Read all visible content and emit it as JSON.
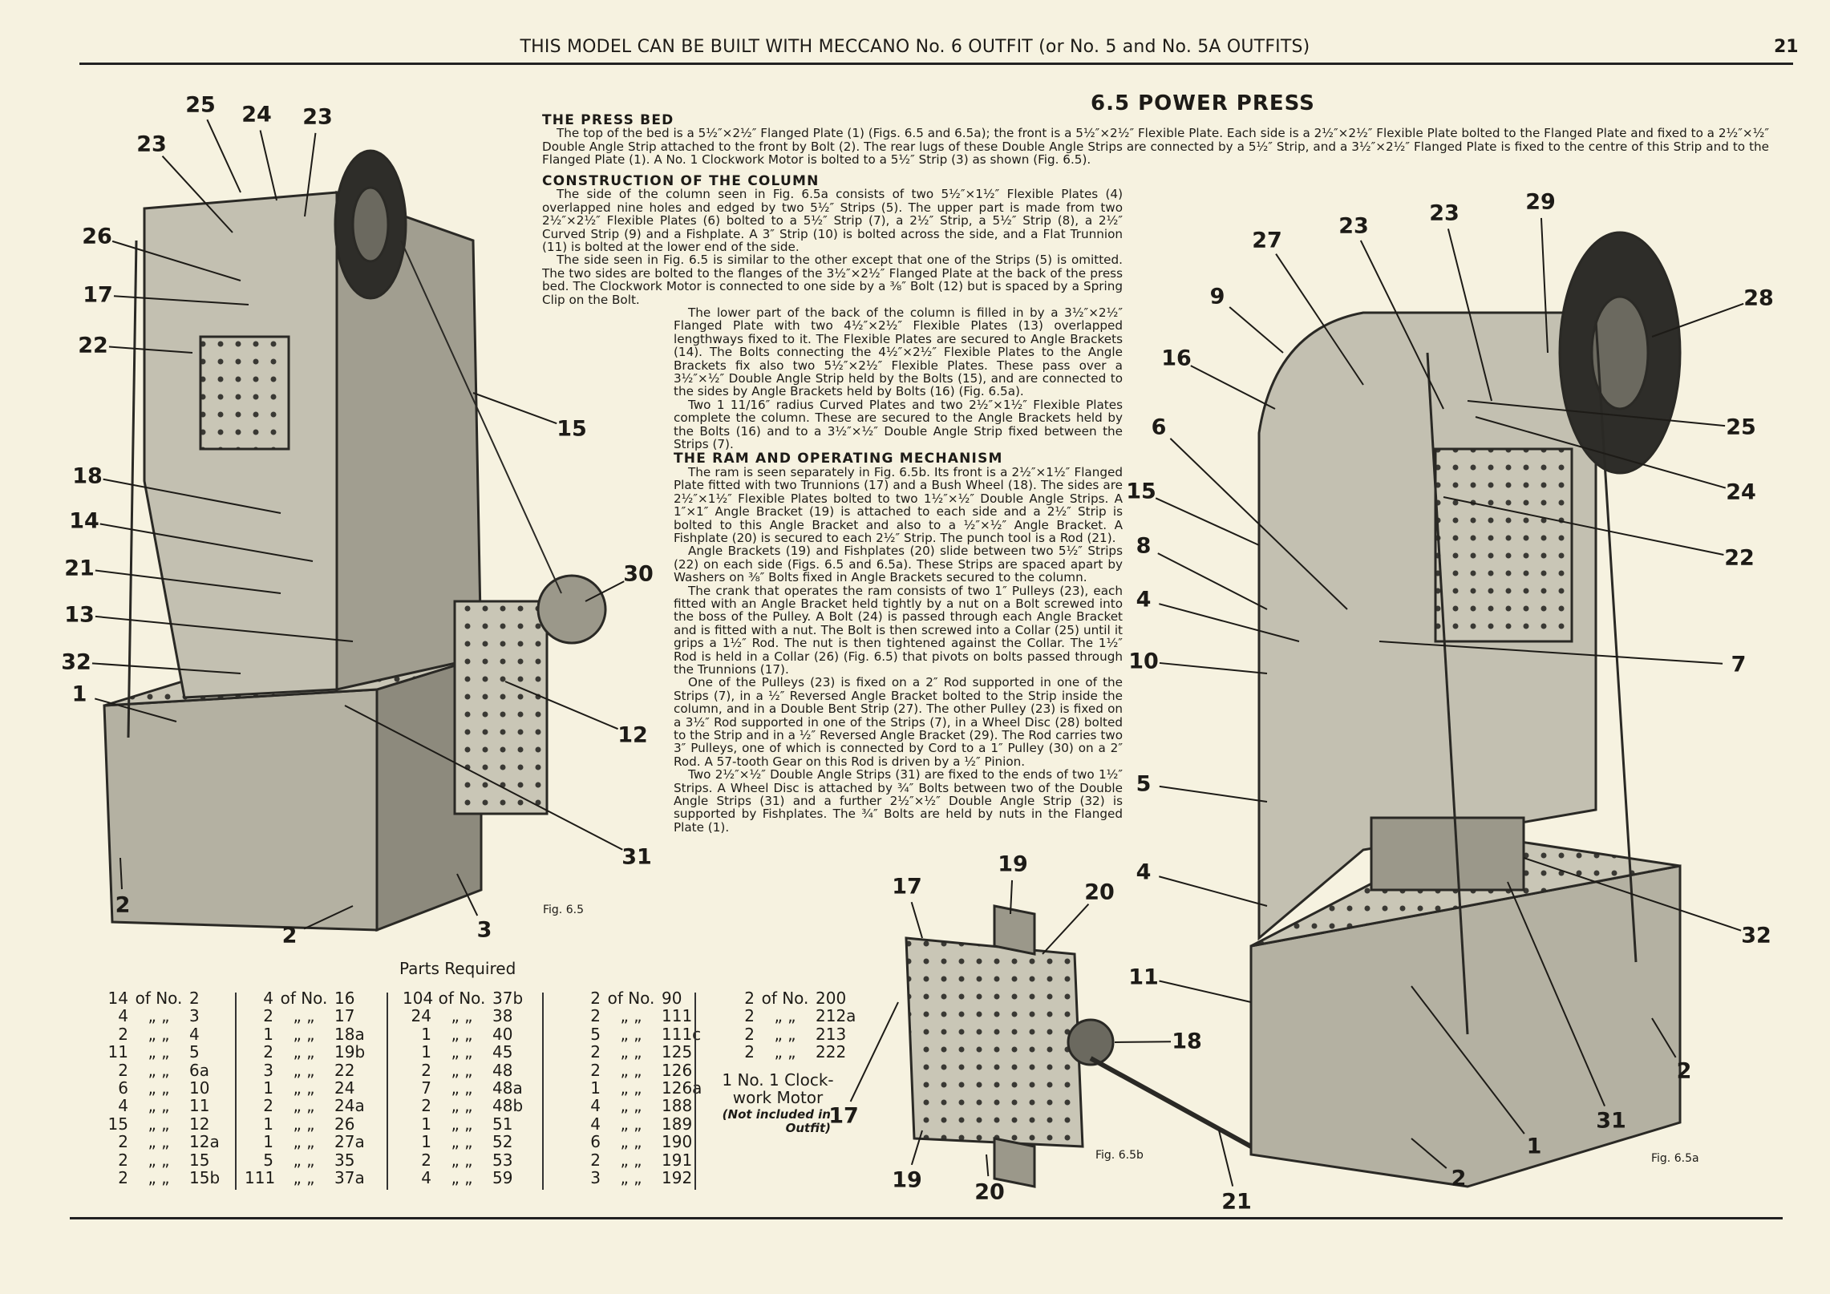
{
  "header": {
    "title": "THIS MODEL CAN BE BUILT WITH MECCANO No. 6 OUTFIT (or No. 5 and No. 5A OUTFITS)",
    "page_number": "21"
  },
  "model_title": "6.5  POWER PRESS",
  "sections": {
    "press_bed": {
      "heading": "THE PRESS BED",
      "paragraphs": [
        "The top of the bed is a 5½″×2½″ Flanged Plate (1) (Figs. 6.5 and 6.5a); the front is a 5½″×2½″ Flexible Plate. Each side is a 2½″×2½″ Flexible Plate bolted to the Flanged Plate and fixed to a 2½″×½″ Double Angle Strip attached to the front by Bolt (2). The rear lugs of these Double Angle Strips are connected by a 5½″ Strip, and a 3½″×2½″ Flanged Plate is fixed to the centre of this Strip and to the Flanged Plate (1). A No. 1 Clockwork Motor is bolted to a 5½″ Strip (3) as shown (Fig. 6.5)."
      ]
    },
    "column": {
      "heading": "CONSTRUCTION OF THE COLUMN",
      "paragraphs": [
        "The side of the column seen in Fig. 6.5a consists of two 5½″×1½″ Flexible Plates (4) overlapped nine holes and edged by two 5½″ Strips (5). The upper part is made from two 2½″×2½″ Flexible Plates (6) bolted to a 5½″ Strip (7), a 2½″ Strip, a 5½″ Strip (8), a 2½″ Curved Strip (9) and a Fishplate. A 3″ Strip (10) is bolted across the side, and a Flat Trunnion (11) is bolted at the lower end of the side.",
        "The side seen in Fig. 6.5 is similar to the other except that one of the Strips (5) is omitted. The two sides are bolted to the flanges of the 3½″×2½″ Flanged Plate at the back of the press bed. The Clockwork Motor is connected to one side by a ⅜″ Bolt (12) but is spaced by a Spring Clip on the Bolt.",
        "The lower part of the back of the column is filled in by a 3½″×2½″ Flanged Plate with two 4½″×2½″ Flexible Plates (13) overlapped lengthways fixed to it. The Flexible Plates are secured to Angle Brackets (14). The Bolts connecting the 4½″×2½″ Flexible Plates to the Angle Brackets fix also two 5½″×2½″ Flexible Plates. These pass over a 3½″×½″ Double Angle Strip held by the Bolts (15), and are connected to the sides by Angle Brackets held by Bolts (16) (Fig. 6.5a).",
        "Two 1 11/16″ radius Curved Plates and two 2½″×1½″ Flexible Plates complete the column. These are secured to the Angle Brackets held by the Bolts (16) and to a 3½″×½″ Double Angle Strip fixed between the Strips (7)."
      ]
    },
    "ram": {
      "heading": "THE RAM AND OPERATING MECHANISM",
      "paragraphs": [
        "The ram is seen separately in Fig. 6.5b. Its front is a 2½″×1½″ Flanged Plate fitted with two Trunnions (17) and a Bush Wheel (18). The sides are 2½″×1½″ Flexible Plates bolted to two 1½″×½″ Double Angle Strips. A 1″×1″ Angle Bracket (19) is attached to each side and a 2½″ Strip is bolted to this Angle Bracket and also to a ½″×½″ Angle Bracket. A Fishplate (20) is secured to each 2½″ Strip. The punch tool is a Rod (21).",
        "Angle Brackets (19) and Fishplates (20) slide between two 5½″ Strips (22) on each side (Figs. 6.5 and 6.5a). These Strips are spaced apart by Washers on ⅜″ Bolts fixed in Angle Brackets secured to the column.",
        "The crank that operates the ram consists of two 1″ Pulleys (23), each fitted with an Angle Bracket held tightly by a nut on a Bolt screwed into the boss of the Pulley. A Bolt (24) is passed through each Angle Bracket and is fitted with a nut. The Bolt is then screwed into a Collar (25) until it grips a 1½″ Rod. The nut is then tightened against the Collar. The 1½″ Rod is held in a Collar (26) (Fig. 6.5) that pivots on bolts passed through the Trunnions (17).",
        "One of the Pulleys (23) is fixed on a 2″ Rod supported in one of the Strips (7), in a ½″ Reversed Angle Bracket bolted to the Strip inside the column, and in a Double Bent Strip (27). The other Pulley (23) is fixed on a 3½″ Rod supported in one of the Strips (7), in a Wheel Disc (28) bolted to the Strip and in a ½″ Reversed Angle Bracket (29). The Rod carries two 3″ Pulleys, one of which is connected by Cord to a 1″ Pulley (30) on a 2″ Rod. A 57-tooth Gear on this Rod is driven by a ½″ Pinion.",
        "Two 2½″×½″ Double Angle Strips (31) are fixed to the ends of two 1½″ Strips. A Wheel Disc is attached by ¾″ Bolts between two of the Double Angle Strips (31) and a further 2½″×½″ Double Angle Strip (32) is supported by Fishplates. The ¾″ Bolts are held by nuts in the Flanged Plate (1)."
      ]
    }
  },
  "figures": {
    "fig65": {
      "label": "Fig. 6.5",
      "callouts": [
        "25",
        "24",
        "23",
        "23",
        "26",
        "17",
        "22",
        "15",
        "18",
        "14",
        "21",
        "30",
        "13",
        "32",
        "1",
        "12",
        "31",
        "2",
        "2",
        "3"
      ]
    },
    "fig65b": {
      "label": "Fig. 6.5b",
      "callouts": [
        "17",
        "19",
        "20",
        "18",
        "17",
        "19",
        "20",
        "21"
      ]
    },
    "fig65a": {
      "label": "Fig. 6.5a",
      "callouts": [
        "29",
        "23",
        "23",
        "27",
        "9",
        "28",
        "16",
        "6",
        "25",
        "24",
        "15",
        "22",
        "8",
        "4",
        "10",
        "7",
        "5",
        "4",
        "32",
        "11",
        "2",
        "31",
        "1",
        "2"
      ]
    }
  },
  "parts_required": {
    "title": "Parts Required",
    "columns": [
      [
        [
          "14",
          "of No.",
          "2"
        ],
        [
          "4",
          "„ „",
          "3"
        ],
        [
          "2",
          "„ „",
          "4"
        ],
        [
          "11",
          "„ „",
          "5"
        ],
        [
          "2",
          "„ „",
          "6a"
        ],
        [
          "6",
          "„ „",
          "10"
        ],
        [
          "4",
          "„ „",
          "11"
        ],
        [
          "15",
          "„ „",
          "12"
        ],
        [
          "2",
          "„ „",
          "12a"
        ],
        [
          "2",
          "„ „",
          "15"
        ],
        [
          "2",
          "„ „",
          "15b"
        ]
      ],
      [
        [
          "4",
          "of No.",
          "16"
        ],
        [
          "2",
          "„ „",
          "17"
        ],
        [
          "1",
          "„ „",
          "18a"
        ],
        [
          "2",
          "„ „",
          "19b"
        ],
        [
          "3",
          "„ „",
          "22"
        ],
        [
          "1",
          "„ „",
          "24"
        ],
        [
          "2",
          "„ „",
          "24a"
        ],
        [
          "1",
          "„ „",
          "26"
        ],
        [
          "1",
          "„ „",
          "27a"
        ],
        [
          "5",
          "„ „",
          "35"
        ],
        [
          "111",
          "„ „",
          "37a"
        ]
      ],
      [
        [
          "104",
          "of No.",
          "37b"
        ],
        [
          "24",
          "„ „",
          "38"
        ],
        [
          "1",
          "„ „",
          "40"
        ],
        [
          "1",
          "„ „",
          "45"
        ],
        [
          "2",
          "„ „",
          "48"
        ],
        [
          "7",
          "„ „",
          "48a"
        ],
        [
          "2",
          "„ „",
          "48b"
        ],
        [
          "1",
          "„ „",
          "51"
        ],
        [
          "1",
          "„ „",
          "52"
        ],
        [
          "2",
          "„ „",
          "53"
        ],
        [
          "4",
          "„ „",
          "59"
        ]
      ],
      [
        [
          "2",
          "of No.",
          "90"
        ],
        [
          "2",
          "„ „",
          "111"
        ],
        [
          "5",
          "„ „",
          "111c"
        ],
        [
          "2",
          "„ „",
          "125"
        ],
        [
          "2",
          "„ „",
          "126"
        ],
        [
          "1",
          "„ „",
          "126a"
        ],
        [
          "4",
          "„ „",
          "188"
        ],
        [
          "4",
          "„ „",
          "189"
        ],
        [
          "6",
          "„ „",
          "190"
        ],
        [
          "2",
          "„ „",
          "191"
        ],
        [
          "3",
          "„ „",
          "192"
        ]
      ],
      [
        [
          "2",
          "of No.",
          "200"
        ],
        [
          "2",
          "„ „",
          "212a"
        ],
        [
          "2",
          "„ „",
          "213"
        ],
        [
          "2",
          "„ „",
          "222"
        ]
      ]
    ],
    "motor": "1 No. 1 Clock-work Motor",
    "motor_note": "(Not included in Outfit)"
  }
}
